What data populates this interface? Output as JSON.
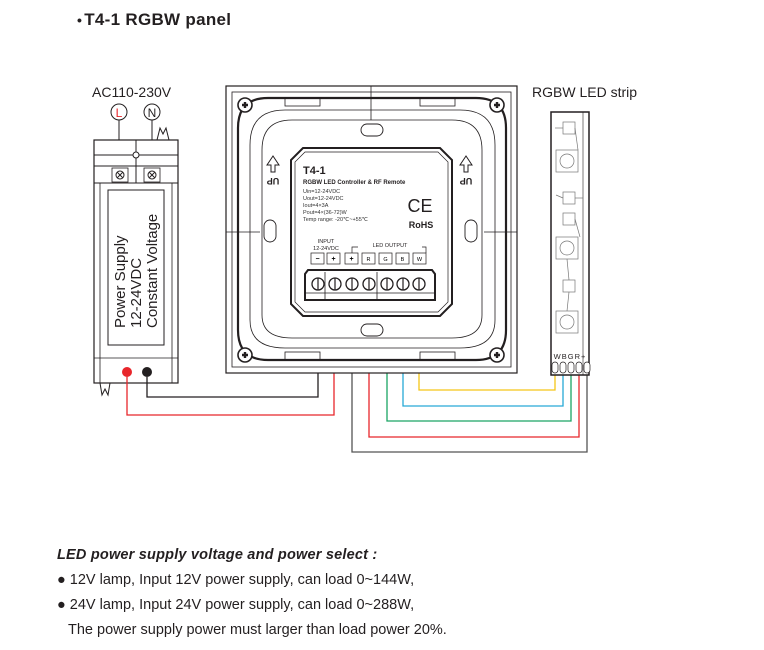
{
  "title": {
    "bullet": "•",
    "text": "T4-1  RGBW panel"
  },
  "ac_input": {
    "label": "AC110-230V",
    "live_terminal": "L",
    "neutral_terminal": "N",
    "live_color": "#e8262b"
  },
  "power_supply": {
    "lines": [
      "Power Supply",
      "12-24VDC",
      "Constant Voltage"
    ],
    "positive_terminal_color": "#e8262b",
    "negative_terminal_color": "#231f20"
  },
  "panel": {
    "up_label": "UP",
    "model": "T4-1",
    "subtitle": "RGBW LED Controller & RF Remote",
    "specs": [
      "Uin=12-24VDC",
      "Uout=12-24VDC",
      "Iout=4×3A",
      "Pout=4×(36-72)W",
      "Temp range: -20℃~+55℃"
    ],
    "ce_mark": "CE",
    "rohs": "RoHS",
    "input_label": "INPUT",
    "input_voltage": "12-24VDC",
    "output_label": "LED OUTPUT",
    "terminals": [
      "−",
      "+",
      "+",
      "R",
      "G",
      "B",
      "W"
    ]
  },
  "led_strip": {
    "label": "RGBW LED strip",
    "pins": [
      "W",
      "B",
      "G",
      "R",
      "+"
    ]
  },
  "wire_colors": {
    "black": "#231f20",
    "red": "#e8262b",
    "green": "#1aa564",
    "blue": "#27a9d6",
    "yellow": "#f5c518",
    "gray": "#555555"
  },
  "notes": {
    "heading": "LED power supply voltage and power select :",
    "items": [
      "● 12V lamp, Input 12V power supply, can load 0~144W,",
      "● 24V lamp, Input 24V power supply, can load 0~288W,"
    ],
    "footer": "The power supply power must larger than load power 20%."
  }
}
